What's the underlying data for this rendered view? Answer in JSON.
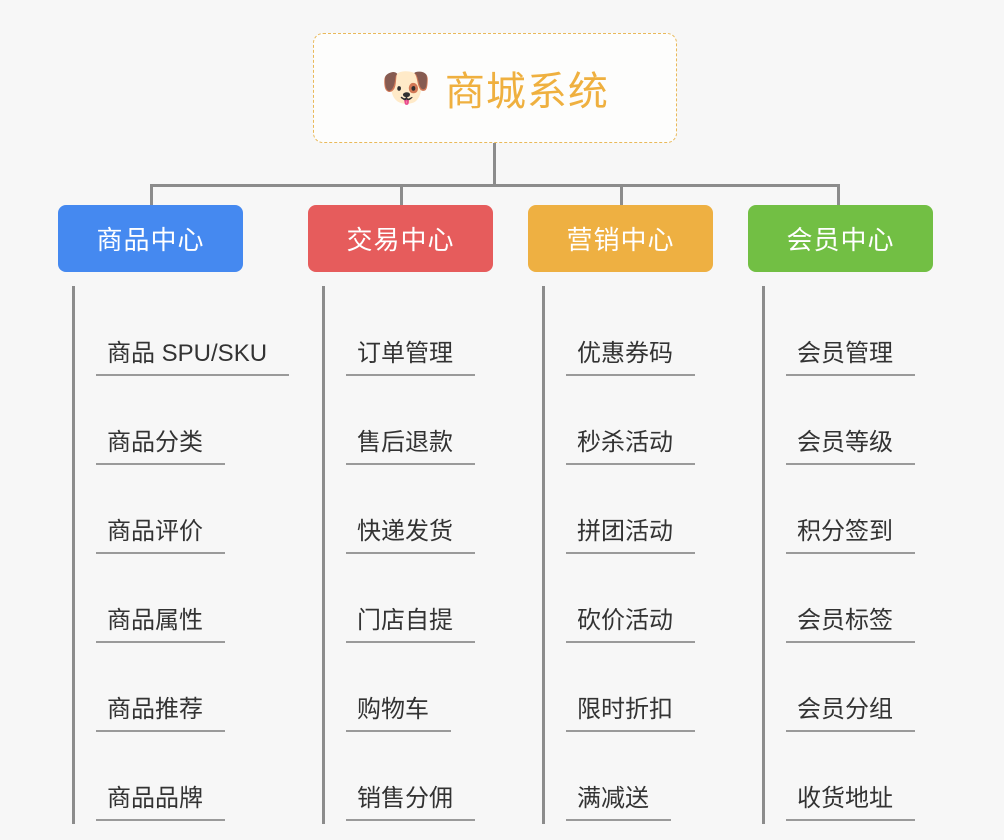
{
  "root": {
    "icon": "shiba-dog-face-emoji",
    "icon_glyph": "🐶",
    "title": "商城系统"
  },
  "colors": {
    "background": "#f7f7f7",
    "root_border": "#e9b95a",
    "root_text": "#efb03f",
    "connector": "#8c8c8c",
    "leaf_text": "#333333",
    "leaf_underline": "#9a9a9a",
    "category_blue": "#4589f0",
    "category_red": "#e65c5c",
    "category_orange": "#eeb042",
    "category_green": "#72bf44"
  },
  "categories": [
    {
      "id": "product-center",
      "label": "商品中心",
      "color": "#4589f0",
      "items": [
        {
          "label": "商品 SPU/SKU"
        },
        {
          "label": "商品分类"
        },
        {
          "label": "商品评价"
        },
        {
          "label": "商品属性"
        },
        {
          "label": "商品推荐"
        },
        {
          "label": "商品品牌"
        }
      ]
    },
    {
      "id": "trade-center",
      "label": "交易中心",
      "color": "#e65c5c",
      "items": [
        {
          "label": "订单管理"
        },
        {
          "label": "售后退款"
        },
        {
          "label": "快递发货"
        },
        {
          "label": "门店自提"
        },
        {
          "label": "购物车"
        },
        {
          "label": "销售分佣"
        }
      ]
    },
    {
      "id": "marketing-center",
      "label": "营销中心",
      "color": "#eeb042",
      "items": [
        {
          "label": "优惠券码"
        },
        {
          "label": "秒杀活动"
        },
        {
          "label": "拼团活动"
        },
        {
          "label": "砍价活动"
        },
        {
          "label": "限时折扣"
        },
        {
          "label": "满减送"
        }
      ]
    },
    {
      "id": "member-center",
      "label": "会员中心",
      "color": "#72bf44",
      "items": [
        {
          "label": "会员管理"
        },
        {
          "label": "会员等级"
        },
        {
          "label": "积分签到"
        },
        {
          "label": "会员标签"
        },
        {
          "label": "会员分组"
        },
        {
          "label": "收货地址"
        }
      ]
    }
  ]
}
